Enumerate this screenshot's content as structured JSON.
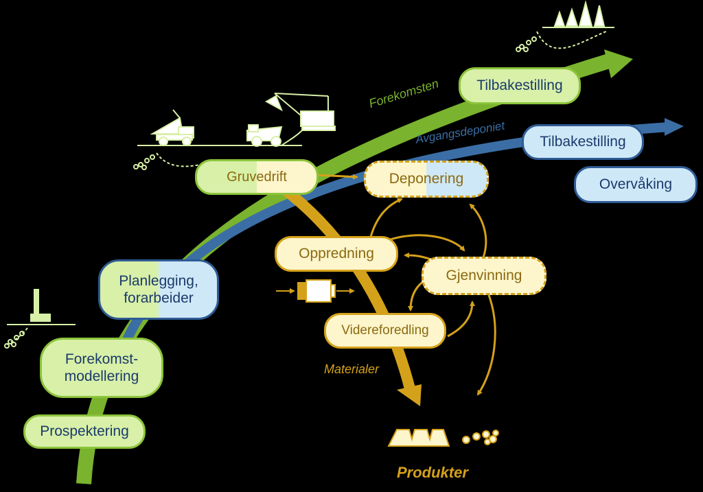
{
  "colors": {
    "green": "#7ab32e",
    "blue": "#3b6ea5",
    "gold": "#d4a21a",
    "green_fill": "#d8f0a8",
    "blue_fill": "#cfe8f8",
    "gold_fill": "#fdf5cc"
  },
  "stages": {
    "prospektering": "Prospektering",
    "forekomst_line1": "Forekomst-",
    "forekomst_line2": "modellering",
    "planlegging_line1": "Planlegging,",
    "planlegging_line2": "forarbeider",
    "gruvedrift": "Gruvedrift",
    "tilbakestilling_green": "Tilbakestilling",
    "deponering": "Deponering",
    "tilbakestilling_blue": "Tilbakestilling",
    "overvaking": "Overvåking",
    "oppredning": "Oppredning",
    "gjenvinning": "Gjenvinning",
    "videreforedling": "Videreforedling"
  },
  "labels": {
    "forekomsten": "Forekomsten",
    "avgangsdeponiet": "Avgangsdeponiet",
    "materialer": "Materialer",
    "produkter": "Produkter"
  },
  "icons": [
    "drill-rig-icon",
    "tipper-truck-icon",
    "dump-truck-icon",
    "excavator-icon",
    "trees-icon",
    "pipe-filter-icon",
    "ingot-icon",
    "pellets-icon"
  ]
}
